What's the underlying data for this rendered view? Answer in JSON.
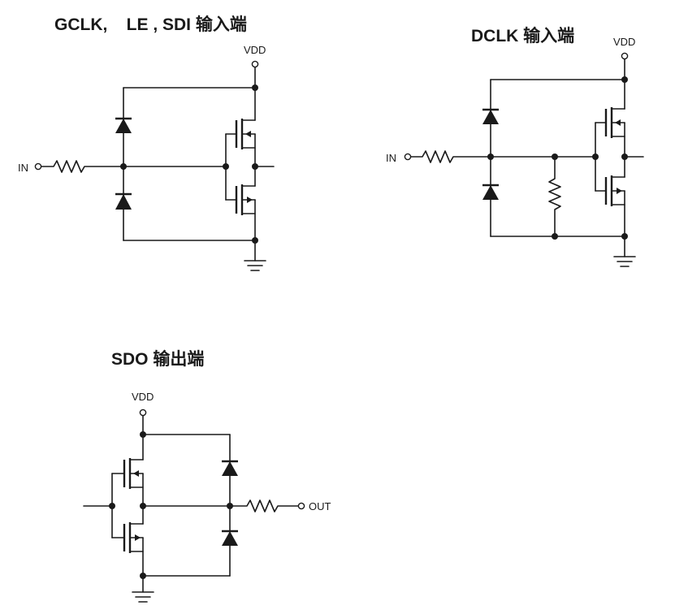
{
  "diagrams": {
    "gclk": {
      "title": "GCLK,    LE , SDI 输入端",
      "vdd_label": "VDD",
      "in_label": "IN"
    },
    "dclk": {
      "title": "DCLK 输入端",
      "vdd_label": "VDD",
      "in_label": "IN"
    },
    "sdo": {
      "title": "SDO 输出端",
      "vdd_label": "VDD",
      "out_label": "OUT"
    }
  },
  "colors": {
    "line": "#1a1a1a",
    "background": "#ffffff"
  }
}
